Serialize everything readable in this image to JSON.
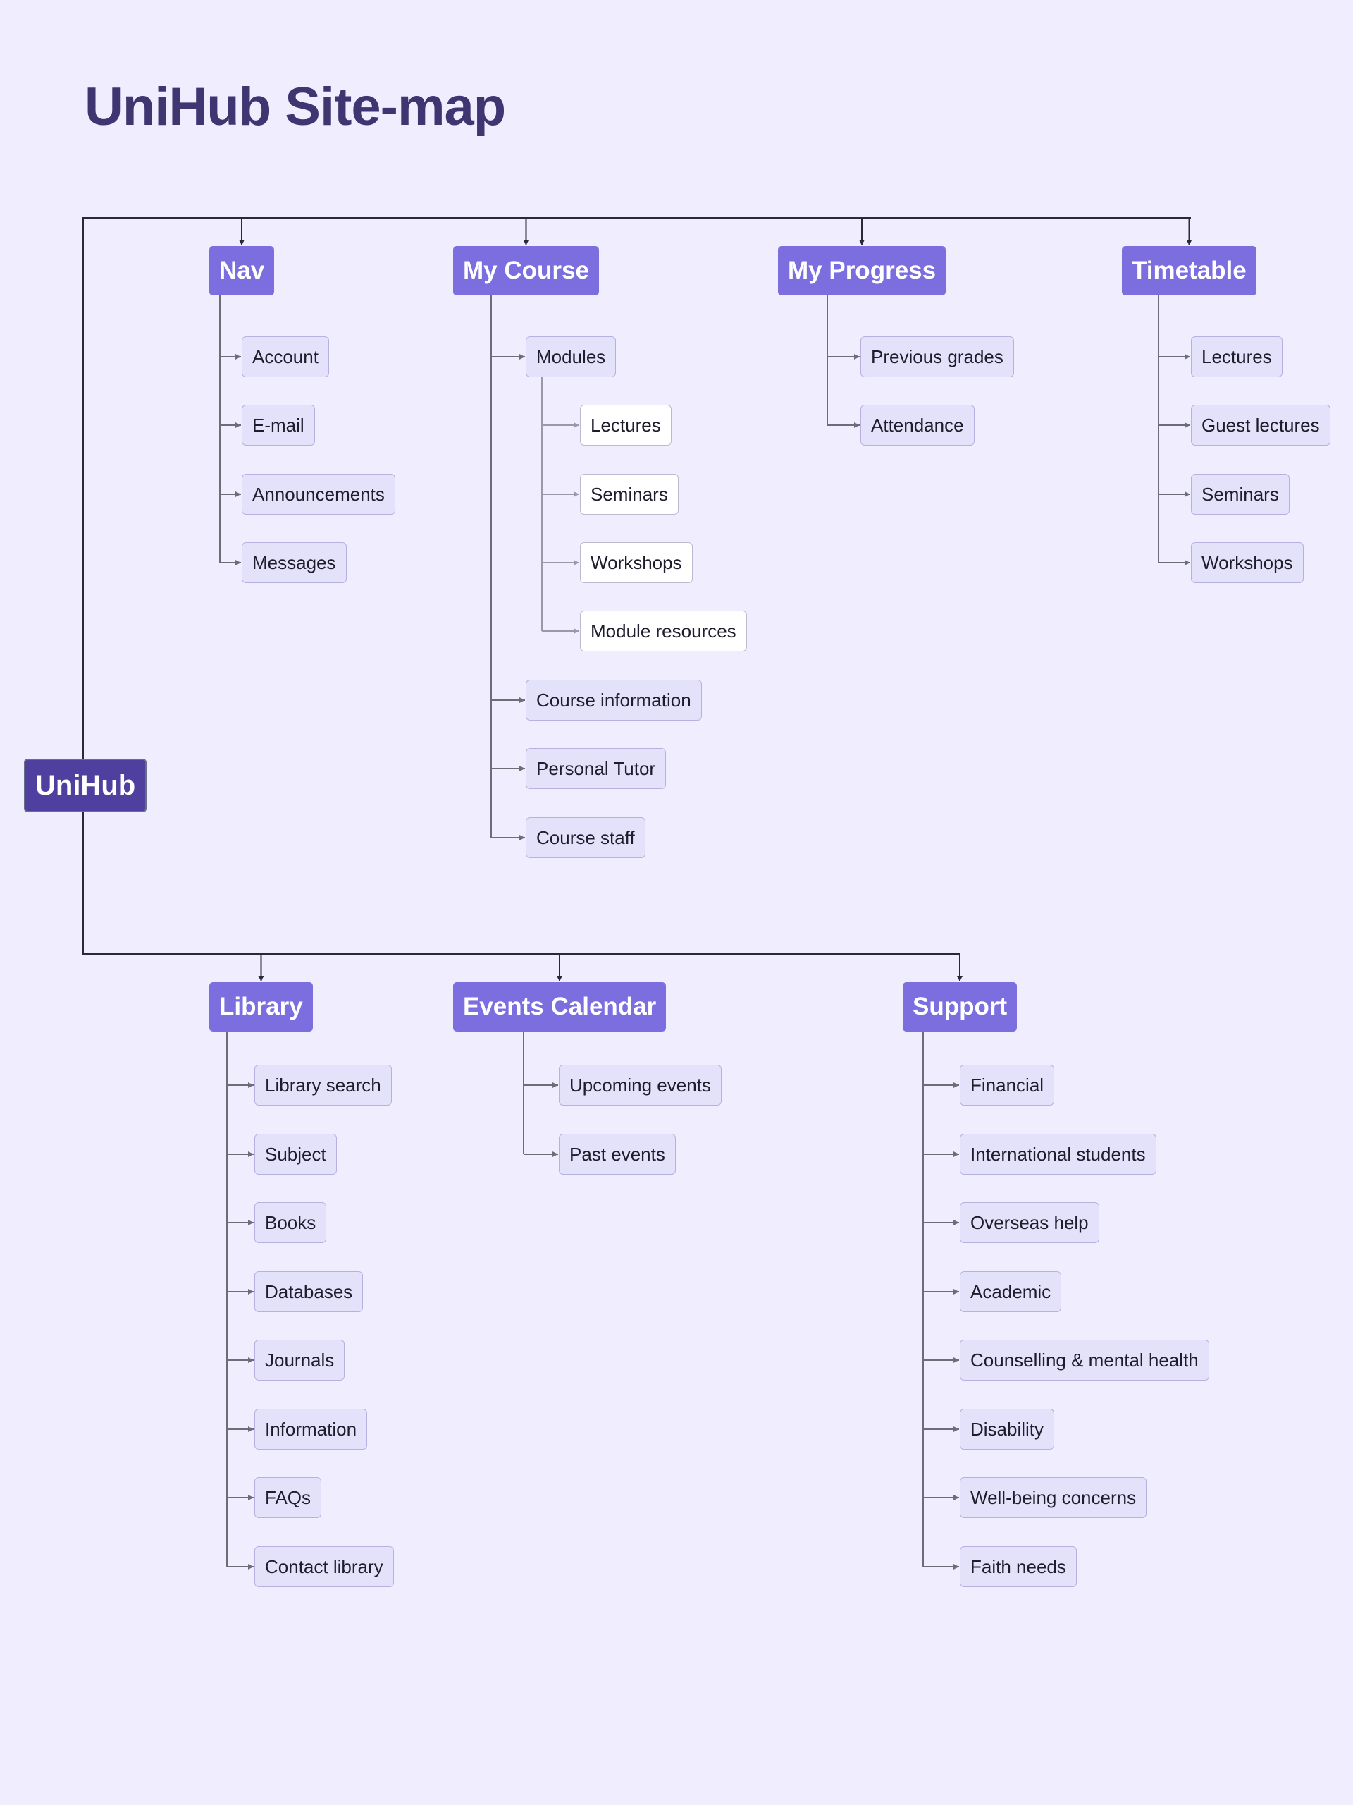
{
  "title": "UniHub Site-map",
  "root": "UniHub",
  "colors": {
    "background": "#f0eefe",
    "root": "#4f3f9e",
    "section": "#7d6ee0",
    "item": "#e4e1fb",
    "subitem": "#ffffff",
    "title": "#3f3570"
  },
  "sections": [
    {
      "label": "Nav",
      "items": [
        {
          "label": "Account"
        },
        {
          "label": "E-mail"
        },
        {
          "label": "Announcements"
        },
        {
          "label": "Messages"
        }
      ]
    },
    {
      "label": "My Course",
      "items": [
        {
          "label": "Modules",
          "children": [
            {
              "label": "Lectures"
            },
            {
              "label": "Seminars"
            },
            {
              "label": "Workshops"
            },
            {
              "label": "Module resources"
            }
          ]
        },
        {
          "label": "Course information"
        },
        {
          "label": "Personal Tutor"
        },
        {
          "label": "Course staff"
        }
      ]
    },
    {
      "label": "My Progress",
      "items": [
        {
          "label": "Previous grades"
        },
        {
          "label": "Attendance"
        }
      ]
    },
    {
      "label": "Timetable",
      "items": [
        {
          "label": "Lectures"
        },
        {
          "label": "Guest lectures"
        },
        {
          "label": "Seminars"
        },
        {
          "label": "Workshops"
        }
      ]
    },
    {
      "label": "Library",
      "items": [
        {
          "label": "Library search"
        },
        {
          "label": "Subject"
        },
        {
          "label": "Books"
        },
        {
          "label": "Databases"
        },
        {
          "label": "Journals"
        },
        {
          "label": "Information"
        },
        {
          "label": "FAQs"
        },
        {
          "label": "Contact library"
        }
      ]
    },
    {
      "label": "Events Calendar",
      "items": [
        {
          "label": "Upcoming events"
        },
        {
          "label": "Past events"
        }
      ]
    },
    {
      "label": "Support",
      "items": [
        {
          "label": "Financial"
        },
        {
          "label": "International students"
        },
        {
          "label": "Overseas help"
        },
        {
          "label": "Academic"
        },
        {
          "label": "Counselling & mental health"
        },
        {
          "label": "Disability"
        },
        {
          "label": "Well-being concerns"
        },
        {
          "label": "Faith needs"
        }
      ]
    }
  ]
}
